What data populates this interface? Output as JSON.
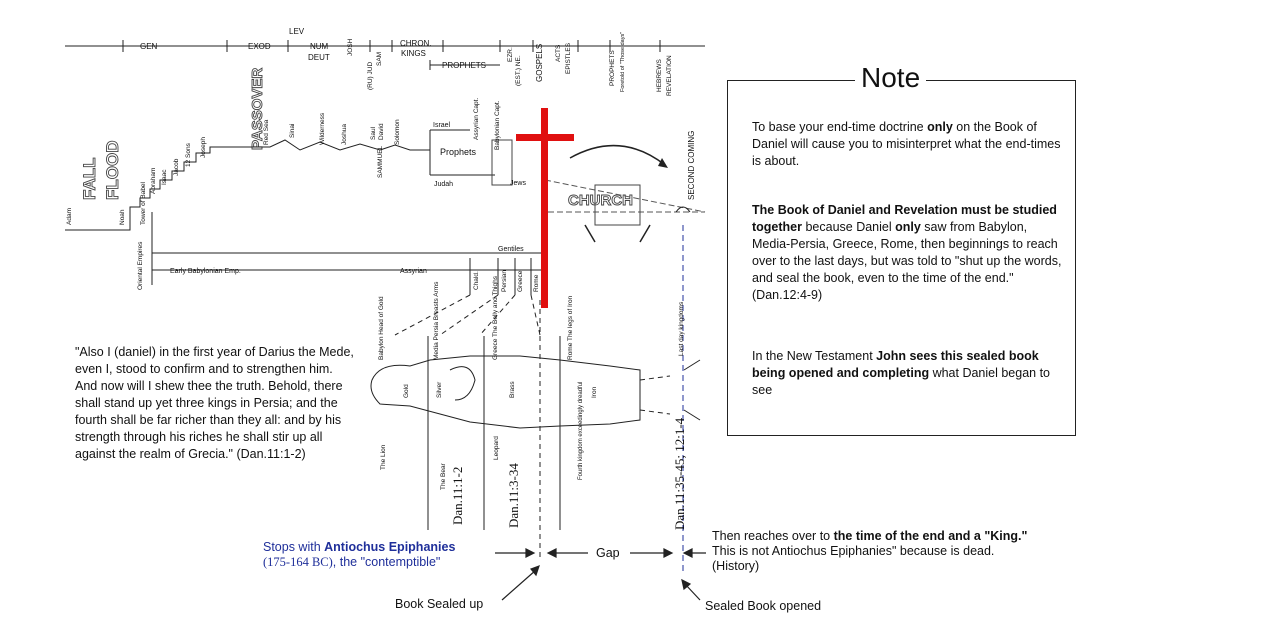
{
  "timeline": {
    "top_labels": [
      "GEN",
      "EXOD",
      "LEV",
      "NUM",
      "DEUT",
      "JOSH",
      "(RU) JUD",
      "SAM",
      "CHRON.",
      "KINGS",
      "EZR.",
      "(EST.) NE.",
      "PROPHETS",
      "GOSPELS",
      "ACTS",
      "EPISTLES",
      "PROPHETS",
      "Foretold of \"Those days\"",
      "HEBREWS",
      "REVELATION"
    ],
    "fall": "FALL",
    "flood": "FLOOD",
    "passover": "PASSOVER",
    "church": "CHURCH",
    "second_coming": "SECOND COMING",
    "small_labels": [
      "Adam",
      "Noah",
      "Tower of Babel",
      "Abraham",
      "Isaac",
      "Jacob",
      "12 Sons",
      "Joseph",
      "Red Sea",
      "Sinai",
      "Wilderness",
      "Joshua",
      "SAMMUEL",
      "Saul",
      "David",
      "Solomon",
      "Israel",
      "Assyrian Capt.",
      "Prophets",
      "Judah",
      "Babylonian Capt.",
      "Jews"
    ],
    "gentiles": "Gentiles",
    "bottom_labels": [
      "Oriental Empires",
      "Early Babylonian Emp.",
      "Assyrian",
      "Chald.",
      "Persian",
      "Greece",
      "Rome"
    ]
  },
  "statue": {
    "sections": [
      "Babylon Head of Gold",
      "Media Persia Breasts Arms",
      "Greece The Belly and Thighs",
      "Rome The legs of Iron",
      "Last day kingdoms"
    ],
    "metals": [
      "Gold",
      "Silver",
      "Brass",
      "Iron"
    ],
    "beasts": [
      "The Lion",
      "The Bear",
      "Leopard",
      "Fourth kingdom exceedingly dreadful"
    ],
    "refs": [
      "Dan.11:1-2",
      "Dan.11:3-34",
      "Dan.11:35-45; 12:1-4"
    ]
  },
  "note": {
    "title": "Note",
    "p1_a": "To base your end-time doctrine ",
    "p1_b": "only",
    "p1_c": " on the Book of Daniel will cause you to misinterpret what the end-times is about.",
    "p2_a": "The Book of Daniel and Revelation must be studied together",
    "p2_b": " because Daniel ",
    "p2_c": "only",
    "p2_d": " saw from Babylon, Media-Persia, Greece, Rome, then beginnings to reach over to the last days, but was told to \"shut up the words, and seal the book, even to the time of the end.\" (Dan.12:4-9)",
    "p3_a": "In the New Testament ",
    "p3_b": "John sees this sealed book being opened and completing",
    "p3_c": " what Daniel began to see"
  },
  "quote": "\"Also I (daniel) in the first year of Darius the Mede, even I, stood to confirm and to strengthen him. And now will I shew thee the truth. Behold, there shall stand up yet three kings in Persia; and the fourth shall be far richer than they all: and by his strength through his riches he shall stir up all against the realm of Grecia.\" (Dan.11:1-2)",
  "bottom": {
    "stops_a": "Stops with ",
    "stops_b": "Antiochus Epiphanies",
    "stops_c": "(175-164 BC)",
    "stops_d": ", the \"contemptible\"",
    "gap": "Gap",
    "then_a": "Then reaches over to ",
    "then_b": "the time of the end and a \"King.\"",
    "then_c": " This is not Antiochus Epiphanies\" because is dead. (History)",
    "sealed_up": "Book Sealed up",
    "sealed_opened": "Sealed Book opened"
  },
  "colors": {
    "cross": "#e01010",
    "blue_text": "#1f2f9a"
  }
}
